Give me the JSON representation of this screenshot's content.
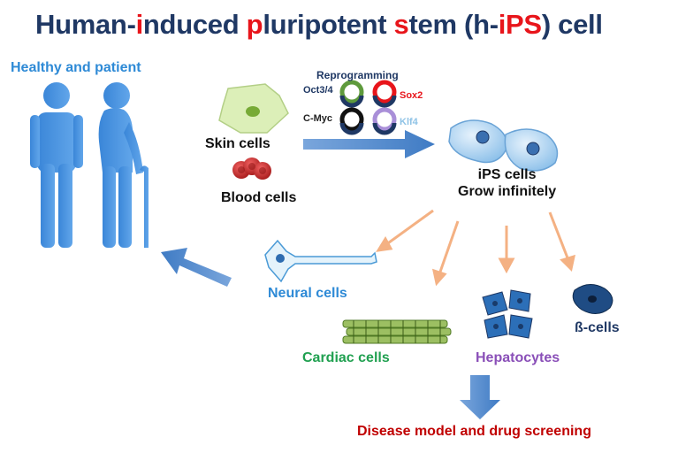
{
  "title": {
    "parts": [
      {
        "text": "Human-",
        "color": "#1f3864"
      },
      {
        "text": "i",
        "color": "#e8151b"
      },
      {
        "text": "nduced ",
        "color": "#1f3864"
      },
      {
        "text": "p",
        "color": "#e8151b"
      },
      {
        "text": "luripotent ",
        "color": "#1f3864"
      },
      {
        "text": "s",
        "color": "#e8151b"
      },
      {
        "text": "tem (h-",
        "color": "#1f3864"
      },
      {
        "text": "iPS",
        "color": "#e8151b"
      },
      {
        "text": ") cell",
        "color": "#1f3864"
      }
    ]
  },
  "people_label": "Healthy and patient",
  "reprogramming": {
    "label": "Reprogramming",
    "factors": {
      "oct": "Oct3/4",
      "sox": "Sox2",
      "cmyc": "C-Myc",
      "klf": "Klf4"
    }
  },
  "sources": {
    "skin": "Skin cells",
    "blood": "Blood cells"
  },
  "ips": {
    "line1": "iPS cells",
    "line2": "Grow infinitely"
  },
  "derived": {
    "neural": "Neural cells",
    "cardiac": "Cardiac cells",
    "hepatocytes": "Hepatocytes",
    "beta": "ß-cells"
  },
  "outcome": "Disease model and drug screening",
  "colors": {
    "navy": "#1f3864",
    "accent_red": "#e8151b",
    "light_blue": "#2e8ad6",
    "green": "#20a050",
    "purple": "#8a4fb8",
    "dark_red": "#c00000",
    "arrow_blue": "#4f87c8",
    "arrow_peach": "#f4b183"
  },
  "icons": [
    "healthy-person-icon",
    "elderly-patient-icon",
    "skin-cell-icon",
    "blood-cell-icon",
    "ips-cell-icon",
    "neuron-icon",
    "cardiac-fiber-icon",
    "hepatocyte-icon",
    "beta-cell-icon",
    "reprogramming-factor-icon"
  ]
}
